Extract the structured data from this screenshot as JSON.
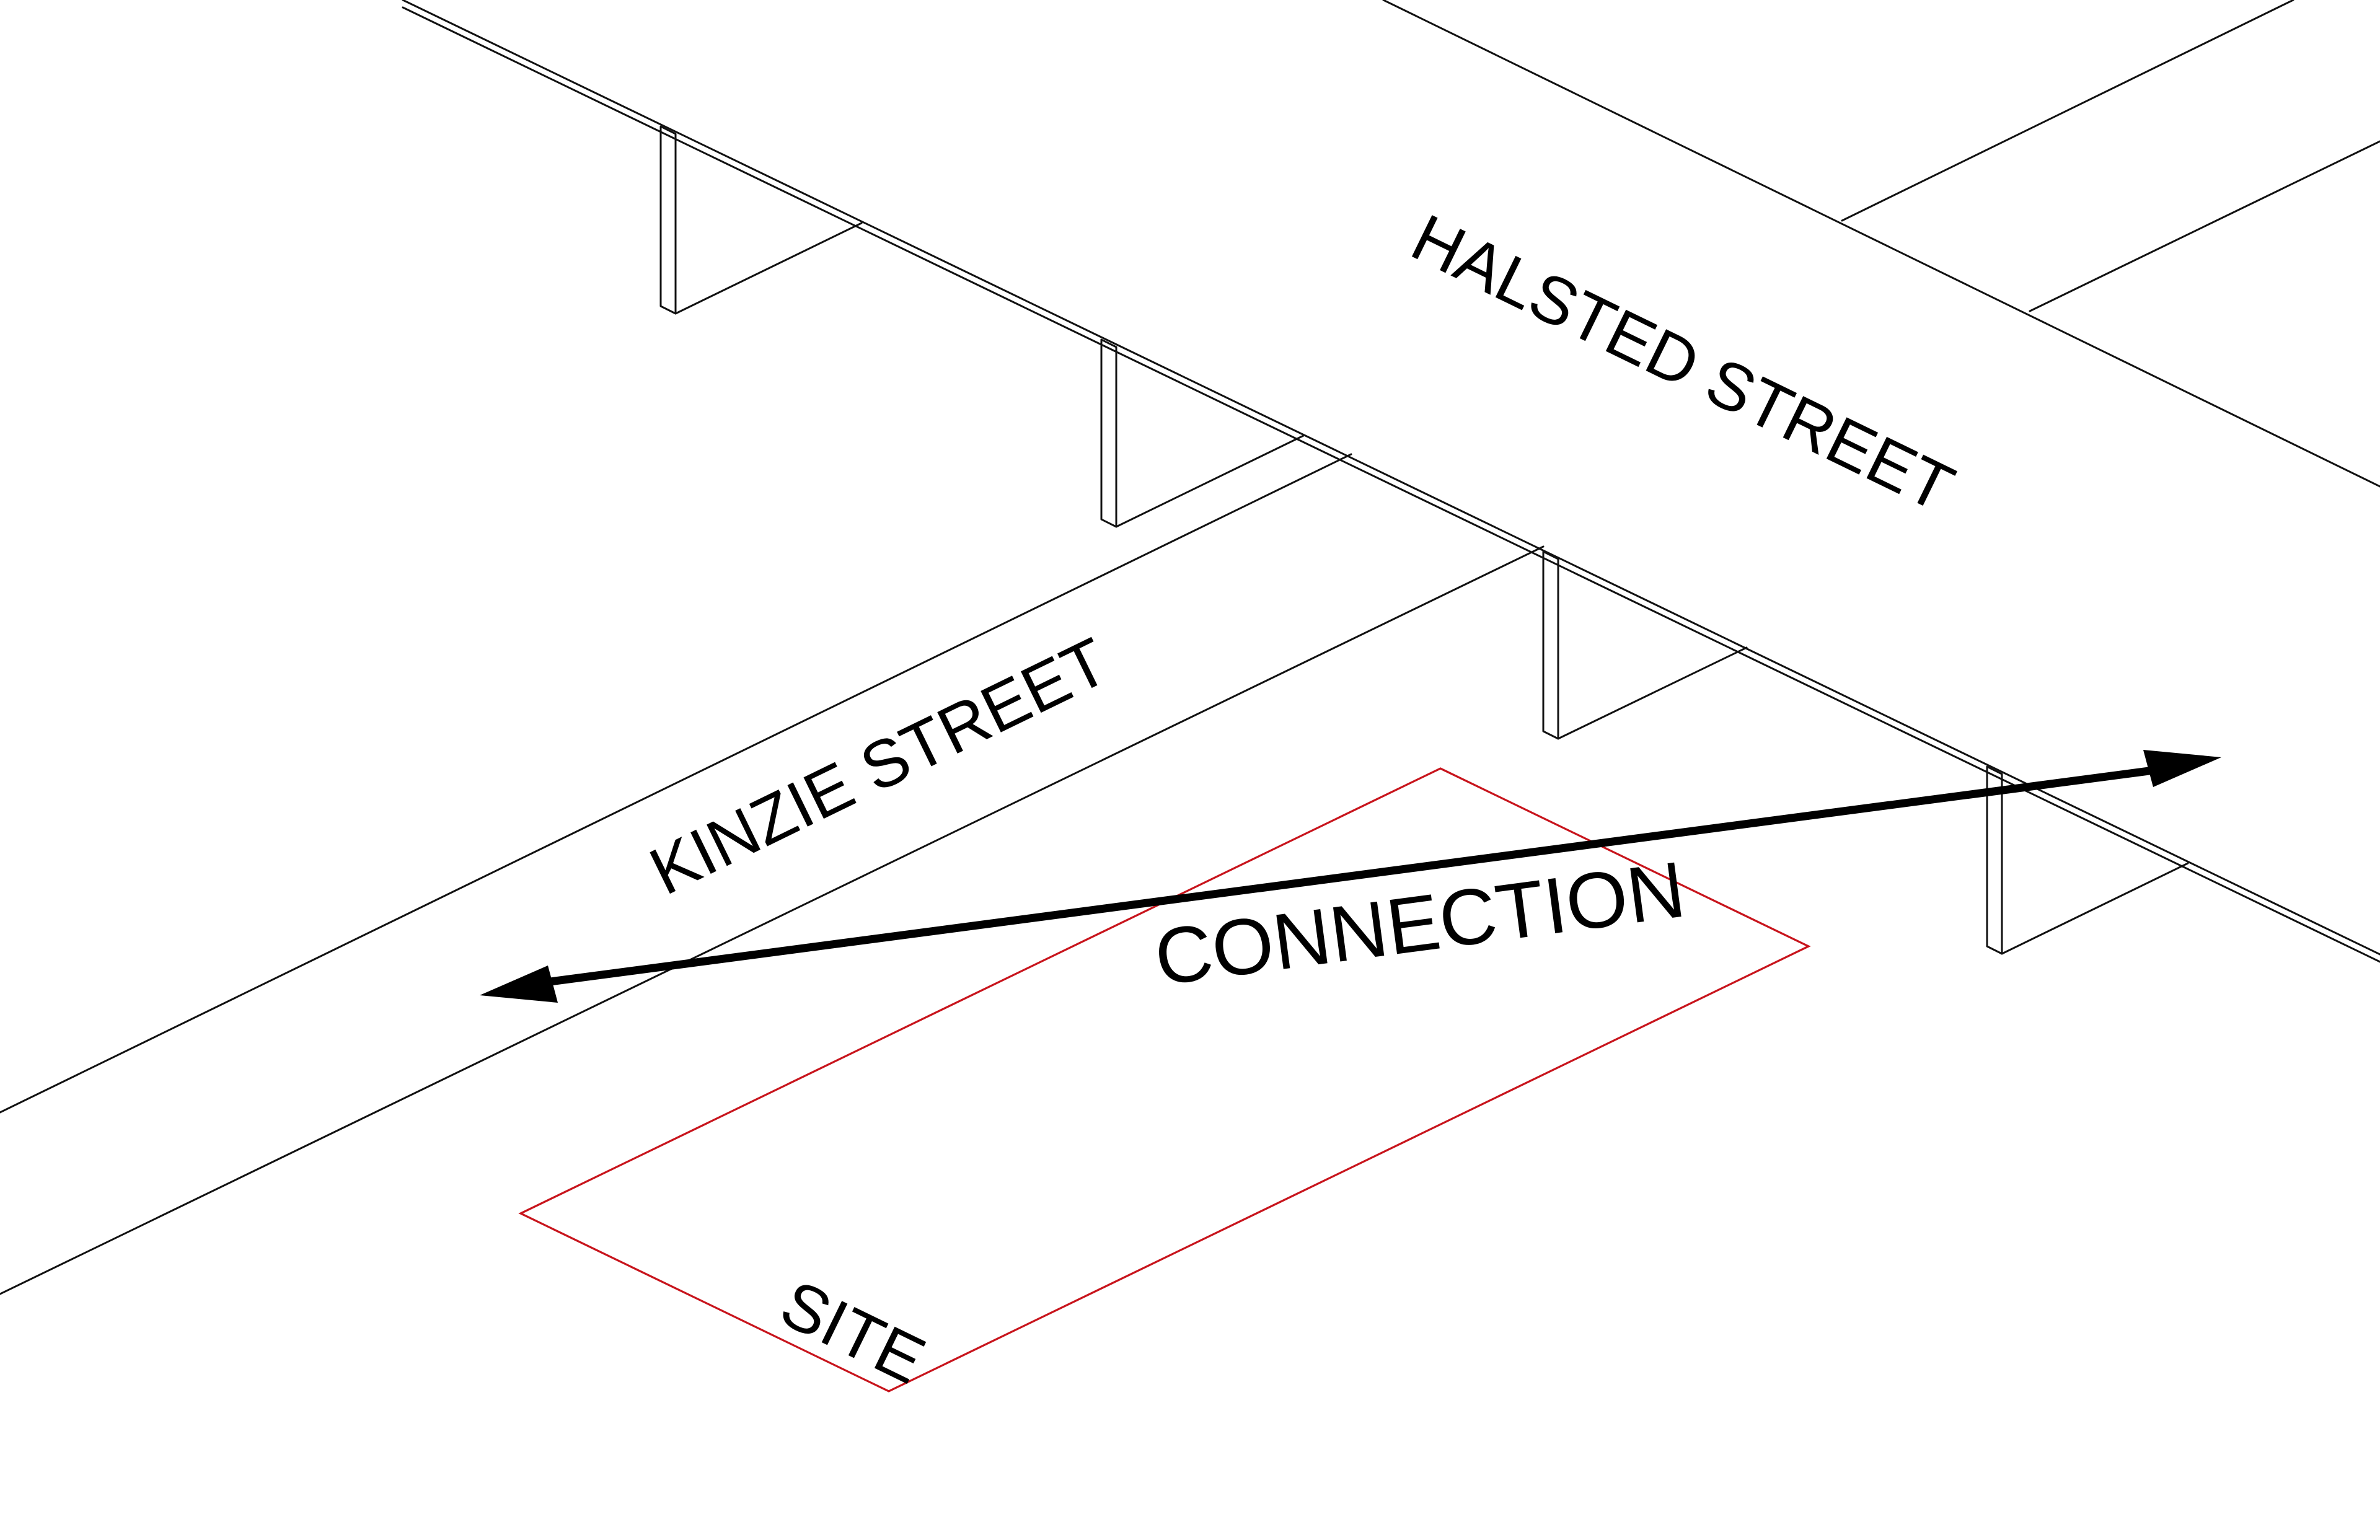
{
  "labels": {
    "halsted": "HALSTED STREET",
    "kinzie": "KINZIE STREET",
    "connection": "CONNECTION",
    "site": "SITE"
  },
  "colors": {
    "linework": "#111111",
    "site_outline": "#c8141c",
    "arrow": "#000000",
    "background": "#ffffff"
  }
}
